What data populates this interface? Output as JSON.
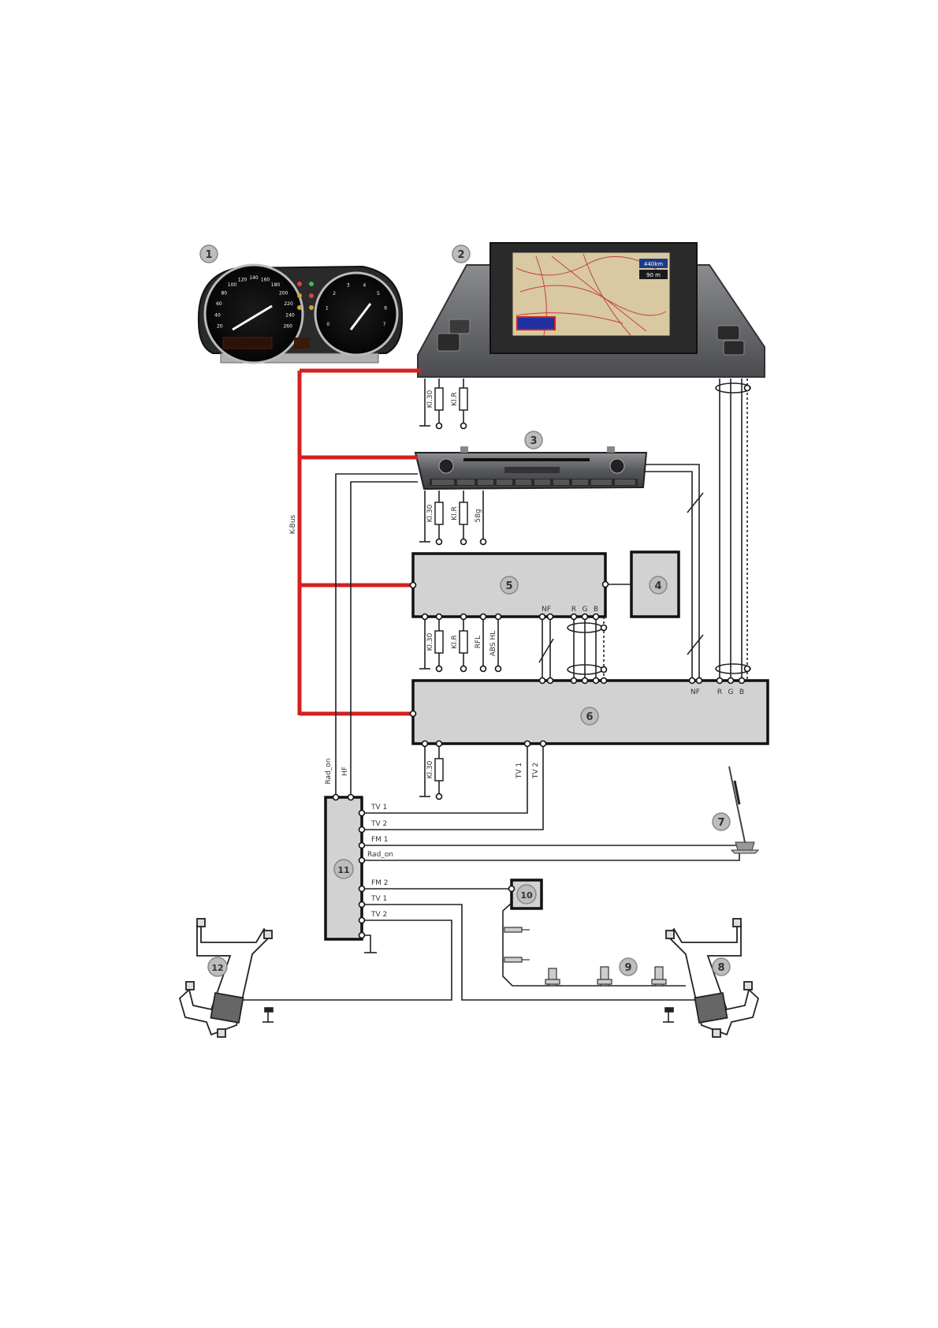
{
  "components": {
    "c1": "1",
    "c2": "2",
    "c3": "3",
    "c4": "4",
    "c5": "5",
    "c6": "6",
    "c7": "7",
    "c8": "8",
    "c9": "9",
    "c10": "10",
    "c11": "11",
    "c12": "12"
  },
  "labels": {
    "kbus": "K-Bus",
    "kl30": "Kl.30",
    "klr": "Kl.R",
    "s58g": "58g",
    "rfl": "RFL",
    "abshl": "ABS HL",
    "nf": "NF",
    "r": "R",
    "g": "G",
    "b": "B",
    "rad_on": "Rad_on",
    "hf": "HF",
    "tv1": "TV 1",
    "tv2": "TV 2",
    "fm1": "FM 1",
    "fm2": "FM 2"
  },
  "cluster": {
    "speed_ticks": [
      "20",
      "40",
      "60",
      "80",
      "100",
      "120",
      "140",
      "160",
      "180",
      "200",
      "220",
      "240",
      "260"
    ],
    "rpm_ticks": [
      "0",
      "1",
      "2",
      "3",
      "4",
      "5",
      "6",
      "7"
    ]
  },
  "navigation": {
    "distance_main": "440km",
    "distance_sub": "90 m"
  },
  "colors": {
    "kbus": "#d42020",
    "box": "#d2d2d2",
    "wire": "#222222"
  }
}
